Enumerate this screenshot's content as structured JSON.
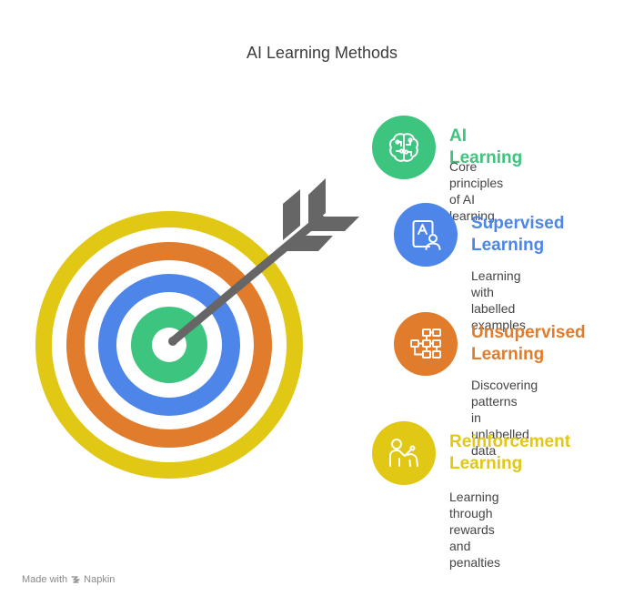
{
  "title": "AI Learning Methods",
  "colors": {
    "yellow": "#e0c814",
    "orange": "#e07c2b",
    "blue": "#4d86e8",
    "green": "#3dc47e",
    "arrow": "#666666"
  },
  "items": [
    {
      "title": "AI Learning",
      "description": "Core principles of AI\nlearning",
      "icon": "brain-circuit-icon",
      "color": "#3dc47e"
    },
    {
      "title": "Supervised\nLearning",
      "description": "Learning with\nlabelled examples",
      "icon": "tablet-person-icon",
      "color": "#4d86e8"
    },
    {
      "title": "Unsupervised\nLearning",
      "description": "Discovering patterns\nin unlabelled data",
      "icon": "workflow-icon",
      "color": "#e07c2b"
    },
    {
      "title": "Reinforcement\nLearning",
      "description": "Learning through\nrewards and\npenalties",
      "icon": "person-pointing-icon",
      "color": "#e0c814"
    }
  ],
  "footer": {
    "made_with": "Made with",
    "brand": "Napkin"
  }
}
